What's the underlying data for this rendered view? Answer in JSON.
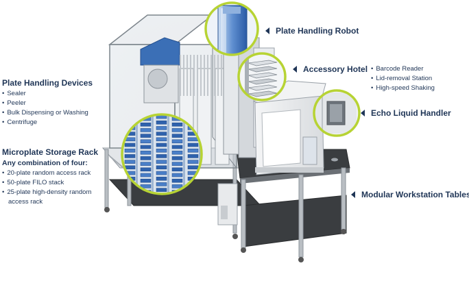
{
  "callouts": {
    "plate_handling_robot": "Plate Handling Robot",
    "accessory_hotel": "Accessory Hotel",
    "echo_liquid_handler": "Echo Liquid Handler",
    "modular_workstation_tables": "Modular Workstation Tables"
  },
  "accessory_hotel_items": [
    "Barcode Reader",
    "Lid-removal Station",
    "High-speed Shaking"
  ],
  "plate_handling_devices": {
    "title": "Plate Handling Devices",
    "items": [
      "Sealer",
      "Peeler",
      "Bulk Dispensing or Washing",
      "Centrifuge"
    ]
  },
  "microplate_storage_rack": {
    "title": "Microplate Storage Rack",
    "subtitle": "Any combination of four:",
    "items": [
      "20-plate random access rack",
      "50-plate FILO stack",
      "25-plate high-density random",
      "access rack"
    ]
  },
  "colors": {
    "text": "#1f3556",
    "accent": "#b7d334",
    "frame": "#9aa1a8",
    "table_top": "#3a3d40",
    "plate_blue": "#3b6fb6"
  }
}
